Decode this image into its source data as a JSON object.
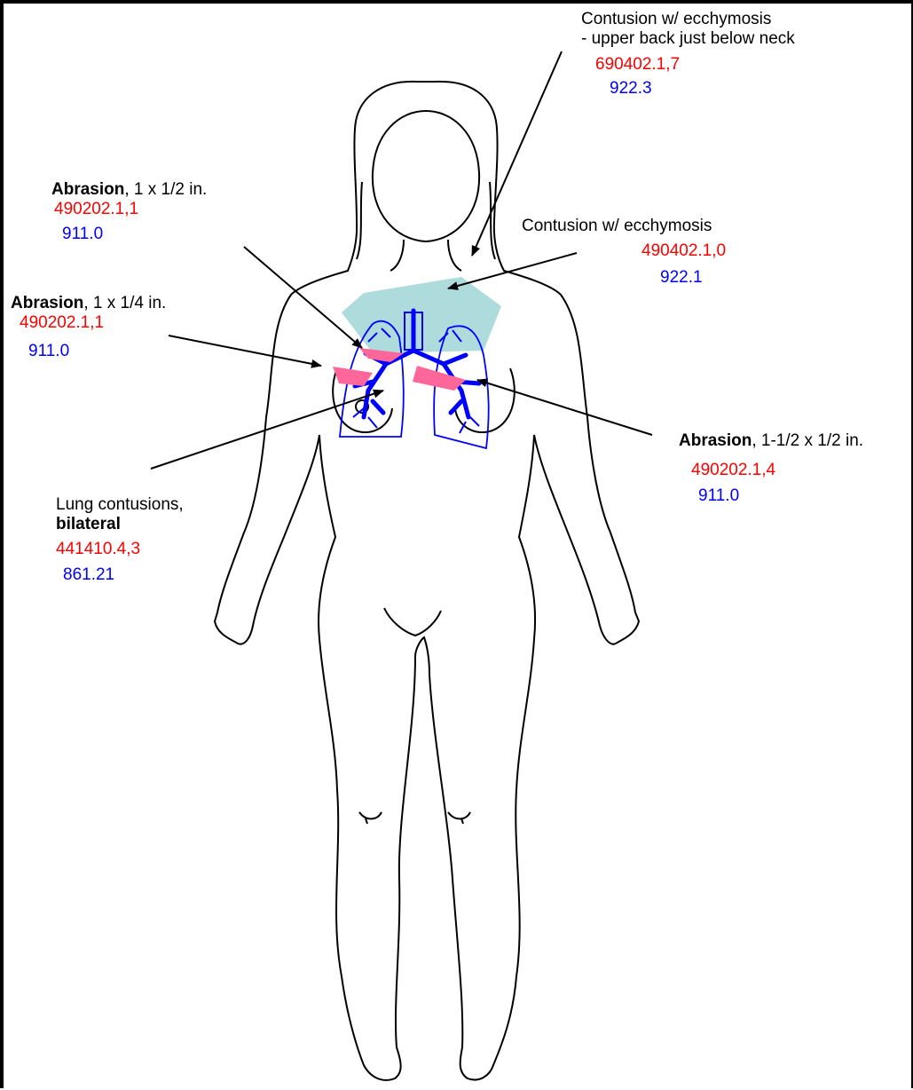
{
  "colors": {
    "ais_code": "#ff0000",
    "icd_code": "#0000ff",
    "contusion_area": "#aad9d9",
    "abrasion_area": "#ff6699",
    "lung_outline": "#0000ff",
    "body_outline": "#000000"
  },
  "annotations": {
    "upper_back": {
      "desc_line1": "Contusion w/ ecchymosis",
      "desc_line2": "- upper back just below neck",
      "ais_code": "690402.1,7",
      "icd_code": "922.3"
    },
    "chest_contusion": {
      "desc": "Contusion w/ ecchymosis",
      "ais_code": "490402.1,0",
      "icd_code": "922.1"
    },
    "abrasion_upper": {
      "desc_bold": "Abrasion",
      "desc_rest": ", 1 x 1/2 in.",
      "ais_code": "490202.1,1",
      "icd_code": "911.0"
    },
    "abrasion_right_breast": {
      "desc_bold": "Abrasion",
      "desc_rest": ", 1 x 1/4 in.",
      "ais_code": "490202.1,1",
      "icd_code": "911.0"
    },
    "abrasion_left_breast": {
      "desc_bold": "Abrasion",
      "desc_rest": ", 1-1/2 x 1/2 in.",
      "ais_code": "490202.1,4",
      "icd_code": "911.0"
    },
    "lung_contusions": {
      "desc_line1": "Lung contusions,",
      "desc_line2": "bilateral",
      "ais_code": "441410.4,3",
      "icd_code": "861.21"
    }
  }
}
